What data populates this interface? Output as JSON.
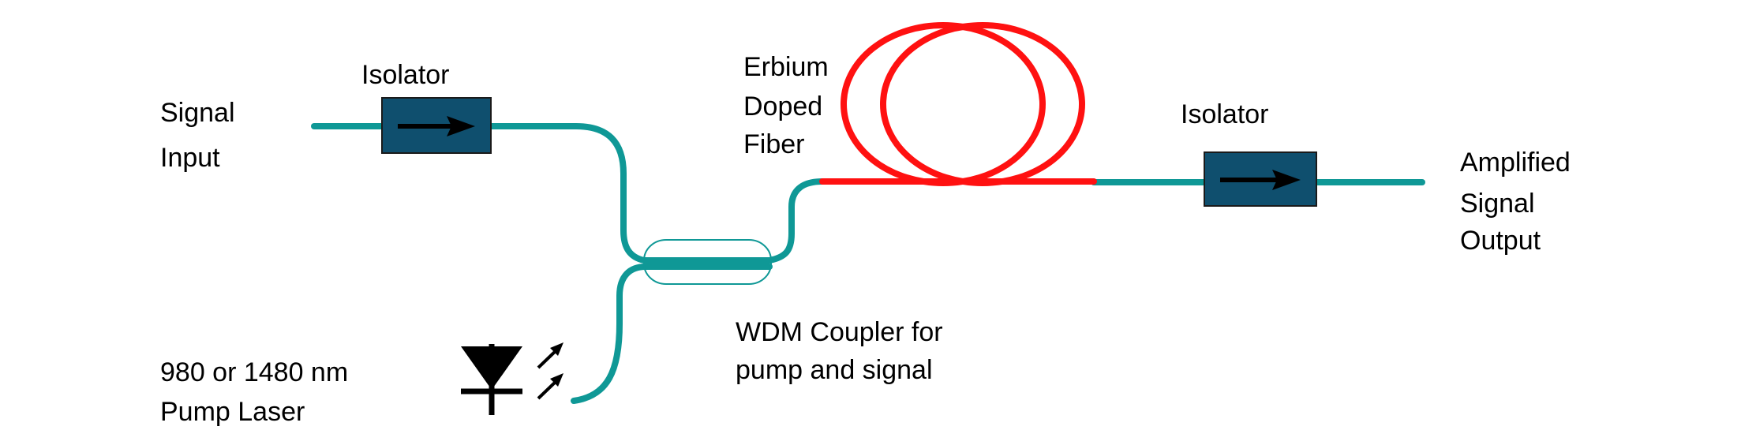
{
  "colors": {
    "fiber": "#0f9896",
    "erbium_fiber": "#ff1111",
    "isolator_fill": "#0f4f6e",
    "arrow": "#000000",
    "laser": "#000000",
    "background": "#ffffff"
  },
  "labels": {
    "signal_input": [
      "Signal",
      "Input"
    ],
    "isolator_left": "Isolator",
    "erbium_fiber": [
      "Erbium",
      "Doped",
      "Fiber"
    ],
    "isolator_right": "Isolator",
    "amplified_output": [
      "Amplified",
      "Signal",
      "Output"
    ],
    "wdm_coupler": [
      "WDM Coupler for",
      "pump and signal"
    ],
    "pump_laser": [
      "980 or 1480 nm",
      "Pump Laser"
    ]
  },
  "icons": {
    "isolator": "right-arrow-icon",
    "pump_laser": "laser-diode-icon"
  }
}
